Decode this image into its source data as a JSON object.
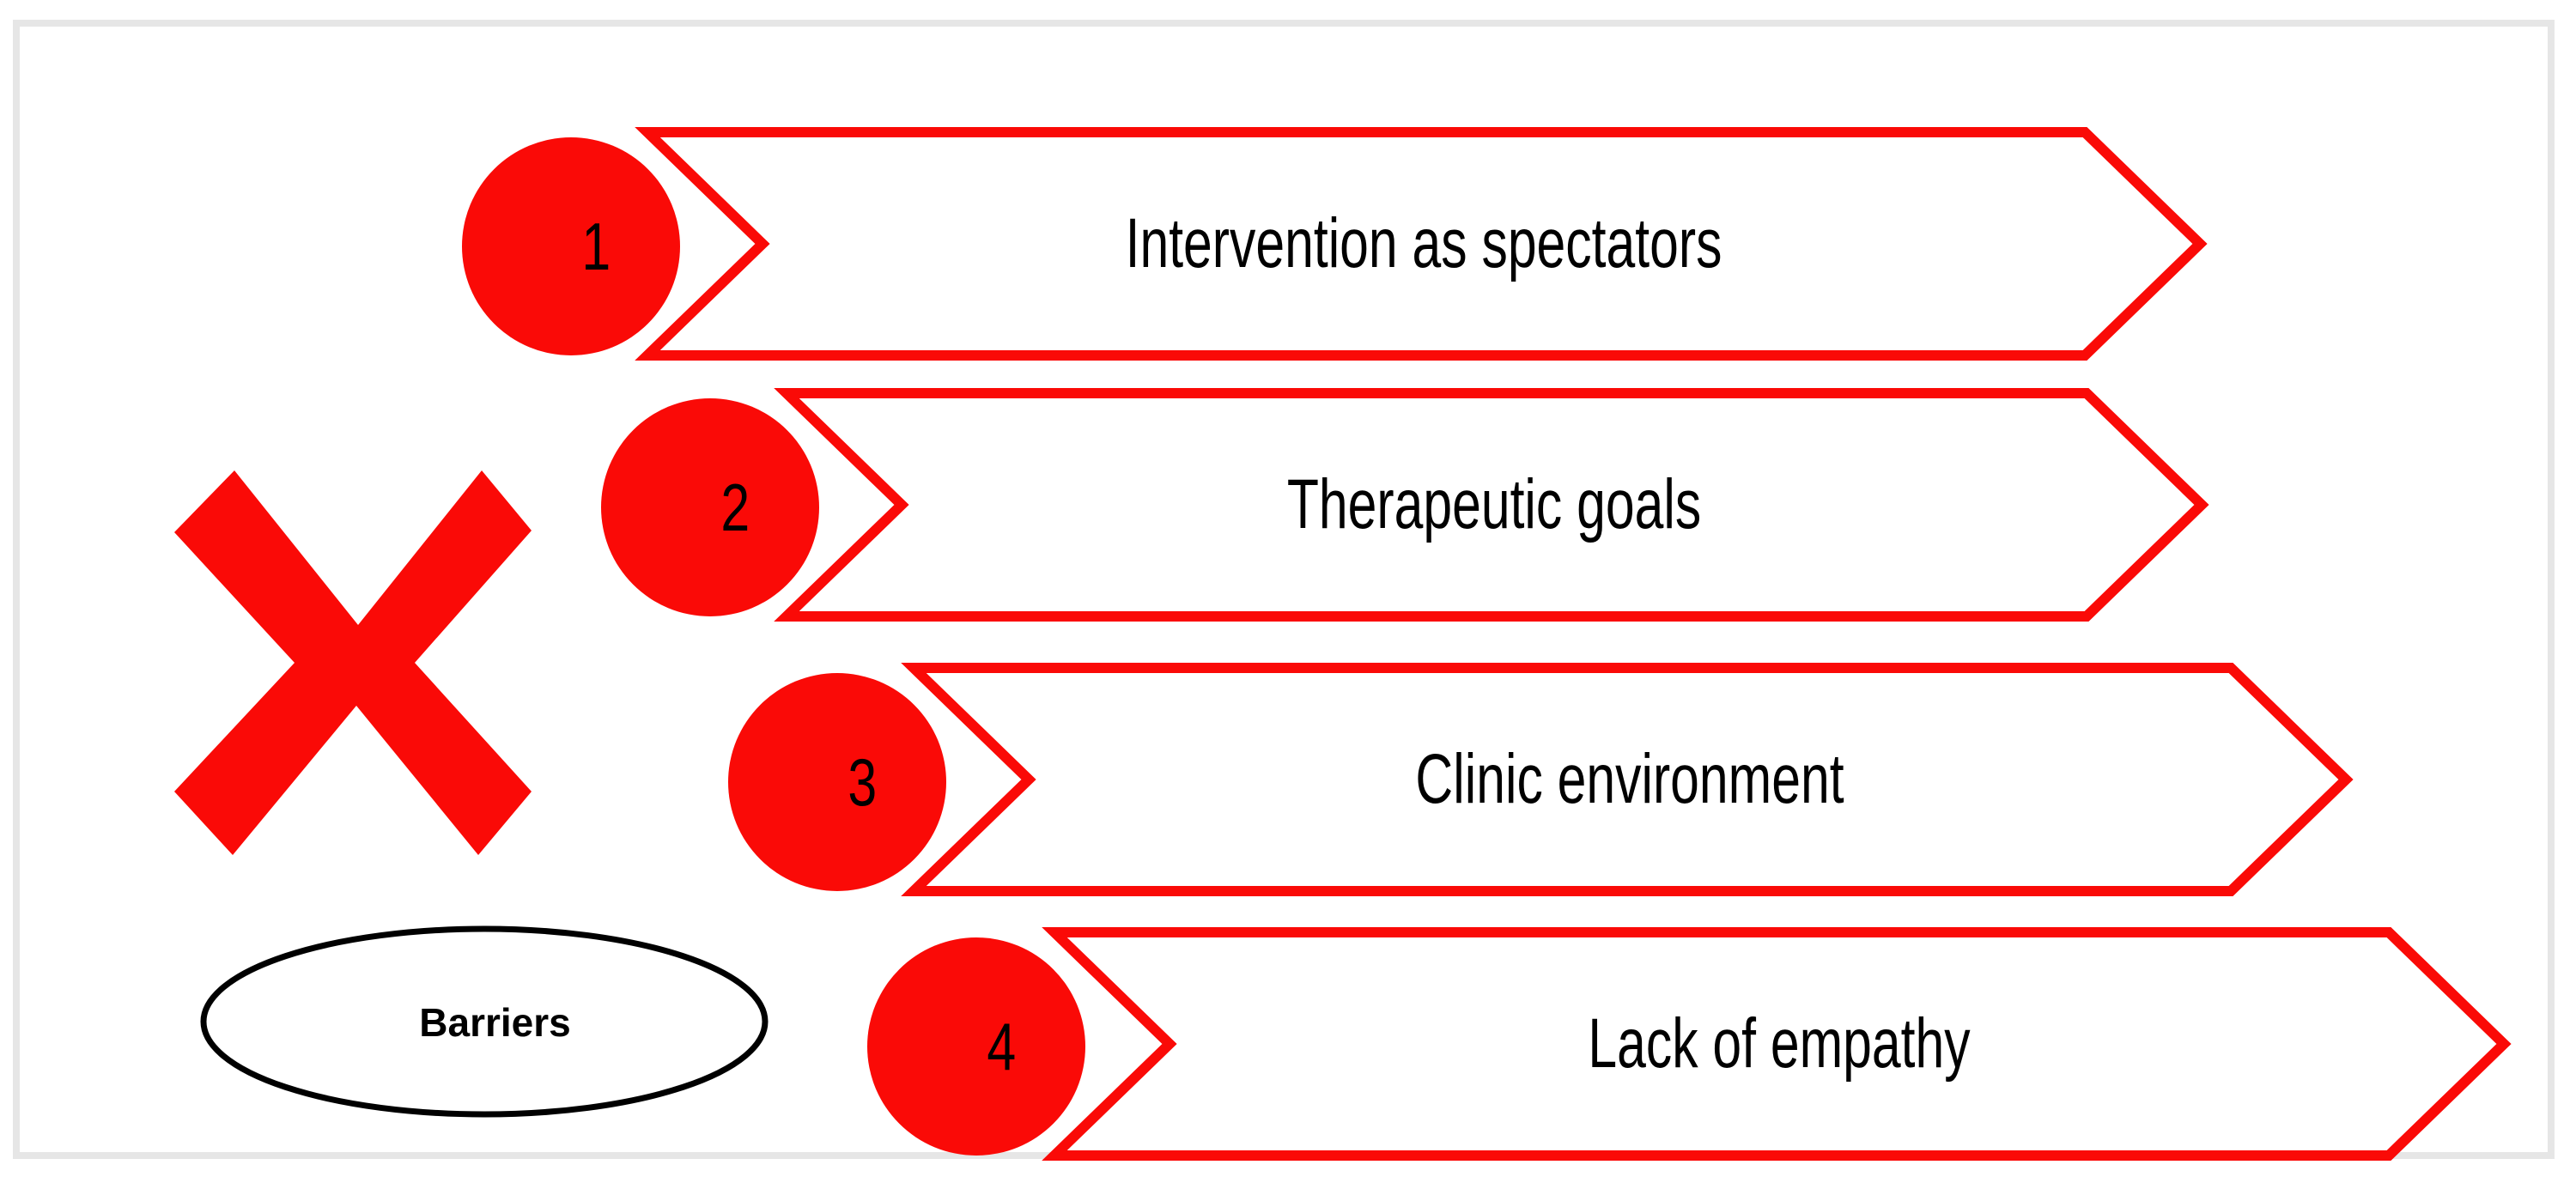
{
  "diagram": {
    "title_shape": {
      "label": "Barriers",
      "shape": "ellipse",
      "outline_color": "#000000",
      "fill_color": "#ffffff"
    },
    "mark": {
      "name": "red-x-mark",
      "color": "#fa0a07"
    },
    "accent_color": "#fa0a07",
    "text_color": "#000000",
    "frame_color": "#e6e6e6",
    "background_color": "#ffffff",
    "items": [
      {
        "number": "1",
        "label": "Intervention as spectators"
      },
      {
        "number": "2",
        "label": "Therapeutic goals"
      },
      {
        "number": "3",
        "label": "Clinic environment"
      },
      {
        "number": "4",
        "label": "Lack of empathy"
      }
    ]
  }
}
